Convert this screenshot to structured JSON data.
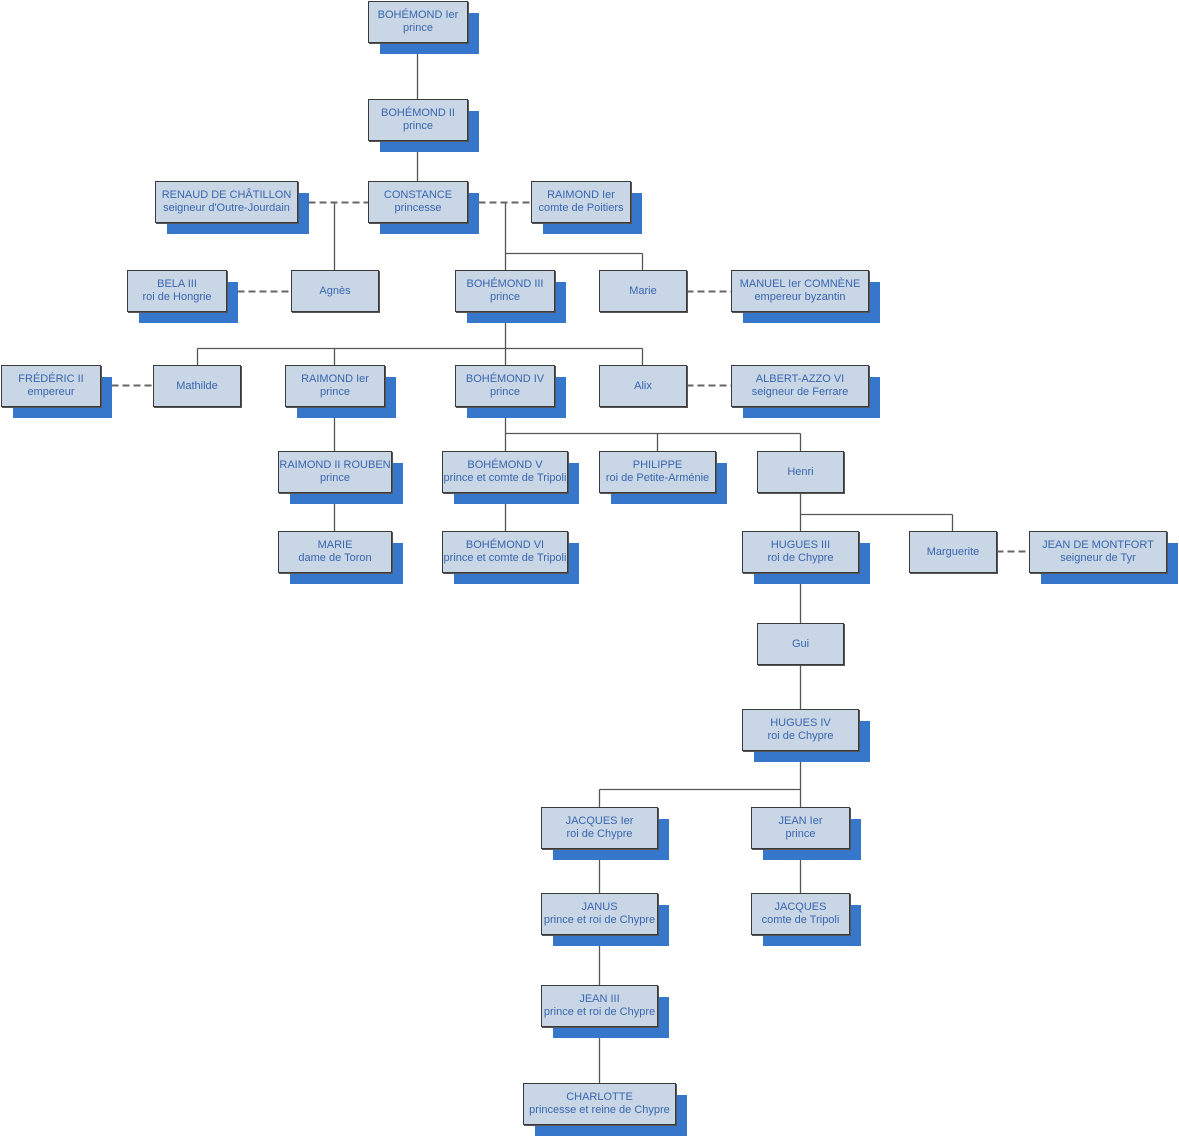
{
  "colors": {
    "box_fill": "#c8d6e6",
    "shadow": "#3677cc",
    "text": "#3a66b0",
    "line": "#555555"
  },
  "nodes": [
    {
      "name": "BOHÉMOND Ier",
      "title": "prince"
    },
    {
      "name": "BOHÉMOND II",
      "title": "prince"
    },
    {
      "name": "RENAUD DE CHÂTILLON",
      "title": "seigneur d'Outre-Jourdain"
    },
    {
      "name": "CONSTANCE",
      "title": "princesse"
    },
    {
      "name": "RAIMOND Ier",
      "title": "comte de Poitiers"
    },
    {
      "name": "BELA III",
      "title": "roi de Hongrie"
    },
    {
      "name": "Agnès",
      "title": ""
    },
    {
      "name": "BOHÉMOND III",
      "title": "prince"
    },
    {
      "name": "Marie",
      "title": ""
    },
    {
      "name": "MANUEL Ier COMNÈNE",
      "title": "empereur byzantin"
    },
    {
      "name": "FRÉDÉRIC II",
      "title": "empereur"
    },
    {
      "name": "Mathilde",
      "title": ""
    },
    {
      "name": "RAIMOND Ier",
      "title": "prince"
    },
    {
      "name": "BOHÉMOND IV",
      "title": "prince"
    },
    {
      "name": "Alix",
      "title": ""
    },
    {
      "name": "ALBERT-AZZO VI",
      "title": "seigneur de Ferrare"
    },
    {
      "name": "RAIMOND II ROUBEN",
      "title": "prince"
    },
    {
      "name": "BOHÉMOND V",
      "title": "prince et comte de Tripoli"
    },
    {
      "name": "PHILIPPE",
      "title": "roi de Petite-Arménie"
    },
    {
      "name": "Henri",
      "title": ""
    },
    {
      "name": "MARIE",
      "title": "dame de Toron"
    },
    {
      "name": "BOHÉMOND VI",
      "title": "prince et comte de Tripoli"
    },
    {
      "name": "HUGUES III",
      "title": "roi de Chypre"
    },
    {
      "name": "Marguerite",
      "title": ""
    },
    {
      "name": "JEAN DE MONTFORT",
      "title": "seigneur de Tyr"
    },
    {
      "name": "Gui",
      "title": ""
    },
    {
      "name": "HUGUES IV",
      "title": "roi de Chypre"
    },
    {
      "name": "JACQUES Ier",
      "title": "roi de Chypre"
    },
    {
      "name": "JEAN Ier",
      "title": "prince"
    },
    {
      "name": "JANUS",
      "title": "prince et roi de Chypre"
    },
    {
      "name": "JACQUES",
      "title": "comte de Tripoli"
    },
    {
      "name": "JEAN III",
      "title": "prince et roi de Chypre"
    },
    {
      "name": "CHARLOTTE",
      "title": "princesse et reine de Chypre"
    }
  ]
}
